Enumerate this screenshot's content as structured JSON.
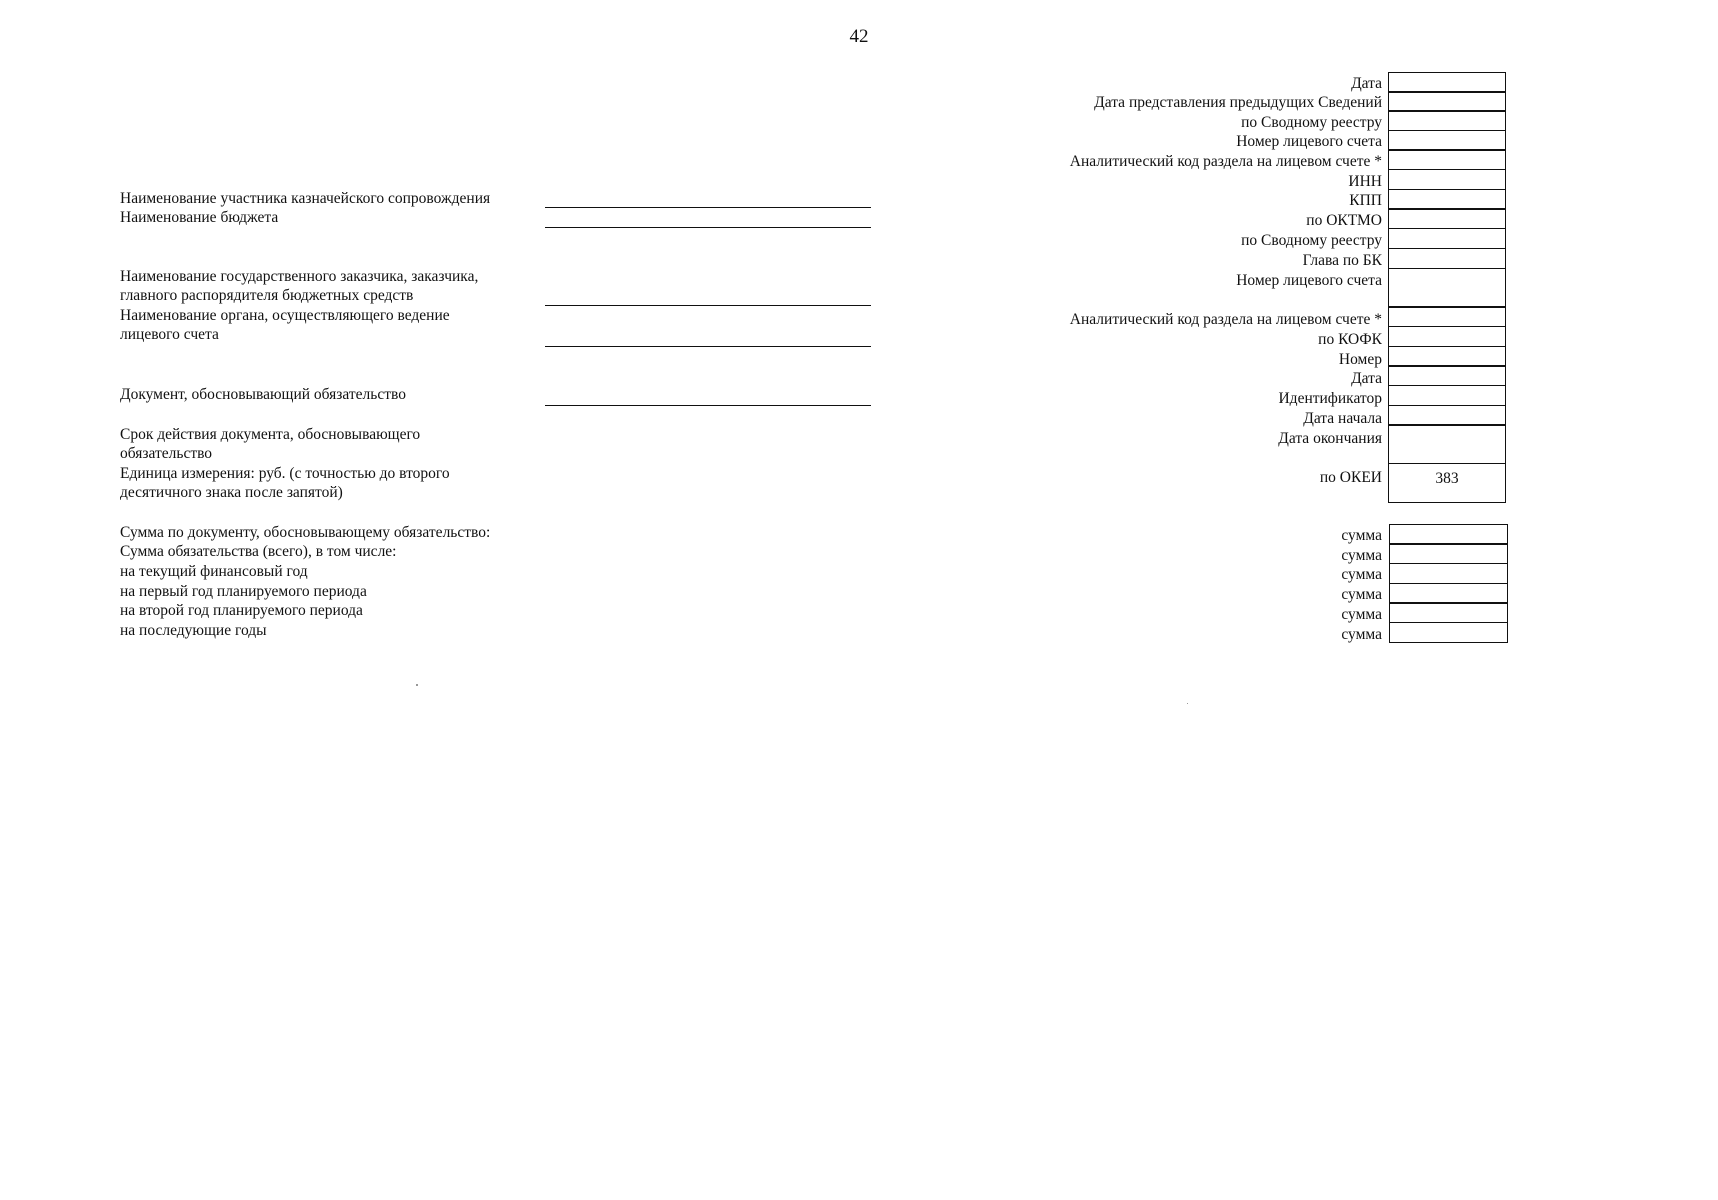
{
  "page_number": "42",
  "left_labels": {
    "participant": "Наименование участника казначейского сопровождения",
    "budget": "Наименование бюджета",
    "customer_line1": "Наименование государственного заказчика, заказчика,",
    "customer_line2": "главного распорядителя бюджетных средств",
    "account_body_line1": "Наименование органа, осуществляющего ведение",
    "account_body_line2": "лицевого счета",
    "document": "Документ, обосновывающий обязательство",
    "term_line1": "Срок действия документа, обосновывающего",
    "term_line2": "обязательство",
    "unit_line1": "Единица измерения: руб. (с точностью до второго",
    "unit_line2": "десятичного знака после запятой)",
    "sum_document": "Сумма по документу, обосновывающему обязательство:",
    "sum_total": "Сумма обязательства (всего), в том числе:",
    "sum_current_year": "на текущий финансовый год",
    "sum_first_year": "на первый год планируемого периода",
    "sum_second_year": "на второй год планируемого периода",
    "sum_subsequent": "на последующие годы"
  },
  "right_labels": {
    "date": "Дата",
    "prev_date": "Дата представления предыдущих Сведений",
    "svod_1": "по Сводному реестру",
    "account_1": "Номер лицевого счета",
    "analytic_1": "Аналитический код раздела на лицевом счете *",
    "inn": "ИНН",
    "kpp": "КПП",
    "oktmo": "по ОКТМО",
    "svod_2": "по Сводному реестру",
    "glava": "Глава по БК",
    "account_2": "Номер лицевого счета",
    "analytic_2": "Аналитический код раздела на лицевом счете *",
    "kofk": "по КОФК",
    "number": "Номер",
    "doc_date": "Дата",
    "identifier": "Идентификатор",
    "date_start": "Дата начала",
    "date_end": "Дата окончания",
    "okei": "по ОКЕИ"
  },
  "codes": {
    "okei_value": "383"
  },
  "sum_label": "сумма"
}
